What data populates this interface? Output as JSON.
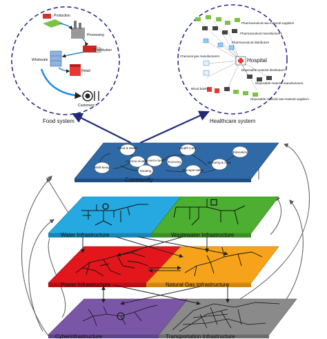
{
  "food_system": {
    "caption": "Food system",
    "nodes": [
      "Production",
      "Processing",
      "Distribution",
      "Wholesale",
      "Retail",
      "Customers"
    ]
  },
  "healthcare_system": {
    "caption": "Healthcare system",
    "nodes": [
      "Pharmaceutical raw-material suppliers",
      "Pharmaceutical manufacturers",
      "Pharmaceutical distributors",
      "Hospital",
      "Chemical gas manufacturers",
      "Disposable material distributors",
      "Disposable material manufacturers",
      "Disposable material raw-material suppliers",
      "Blood banks"
    ]
  },
  "community": {
    "label": "Community",
    "services": [
      "Food & Water",
      "Health Care",
      "Education",
      "Commu-nication",
      "Govern-ment",
      "Economy",
      "Well-being",
      "Housing",
      "Transpor-tation",
      "Nurturing & Care"
    ]
  },
  "layers": {
    "water": "Water Infrastructure",
    "wastewater": "Wastewater Infrastructure",
    "power": "Power Infrastructure",
    "gas": "Natural Gas Infrastructure",
    "cyber": "Cyberinfrastructure",
    "transport": "Transportation Infrastructure"
  },
  "colors": {
    "community": "#2f6aa6",
    "water": "#26a9e0",
    "wastewater": "#4caf31",
    "power": "#e3161c",
    "gas": "#f6a31b",
    "cyber": "#7b56a6",
    "transport": "#8a8a8a",
    "circle_border": "#2b2b8f",
    "arrow": "#1f2a7a"
  }
}
